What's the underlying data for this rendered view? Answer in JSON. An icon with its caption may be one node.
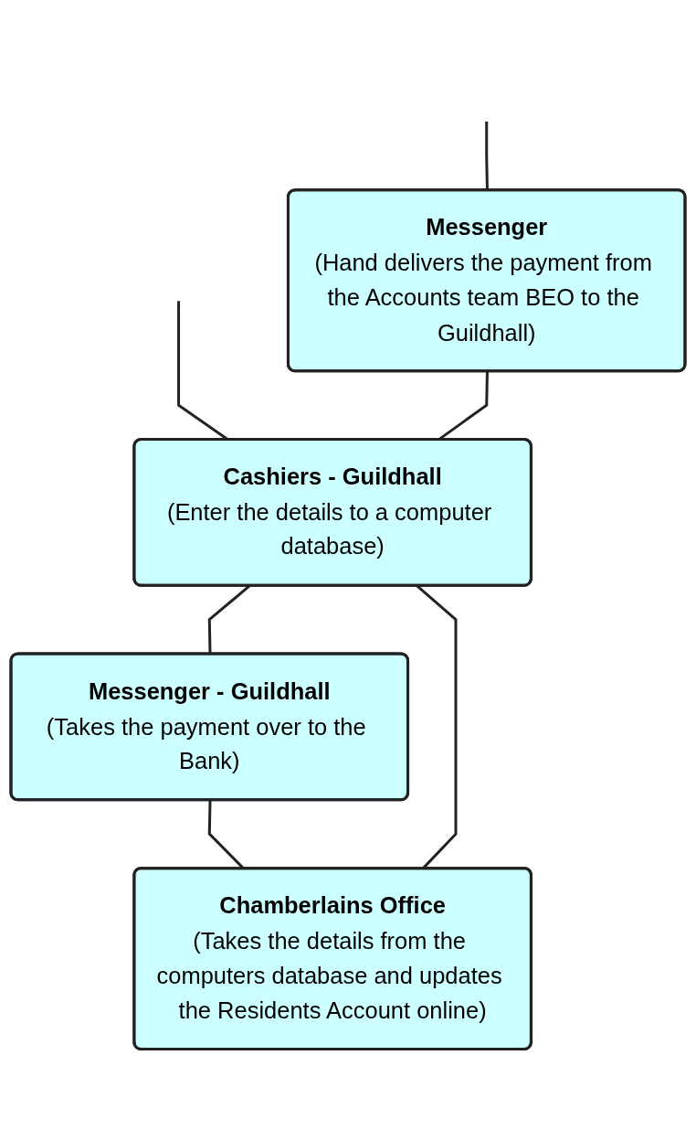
{
  "diagram": {
    "nodes": [
      {
        "text": [
          "Messenger",
          "(Hand delivers the payment from the Accounts team BEO to the Guildhall)"
        ]
      },
      {
        "text": [
          "Cashiers - Guildhall",
          "(Enter the details to a computer database)"
        ]
      },
      {
        "text": [
          "Messenger - Guildhall",
          "(Takes the payment over to the Bank)"
        ]
      },
      {
        "text": [
          "Chamberlains Office",
          "(Takes the details from the computers database and updates the Residents Account online)"
        ]
      }
    ],
    "edges": [
      {
        "from": null,
        "to": 0,
        "arrow": "none"
      },
      {
        "from": null,
        "to": 1,
        "arrow": "none"
      },
      {
        "from": 0,
        "to": 1,
        "arrow": "none"
      },
      {
        "from": 1,
        "to": 2,
        "arrow": "none"
      },
      {
        "from": 2,
        "to": 3,
        "arrow": "none"
      },
      {
        "from": 1,
        "to": 3,
        "arrow": "none"
      }
    ]
  }
}
